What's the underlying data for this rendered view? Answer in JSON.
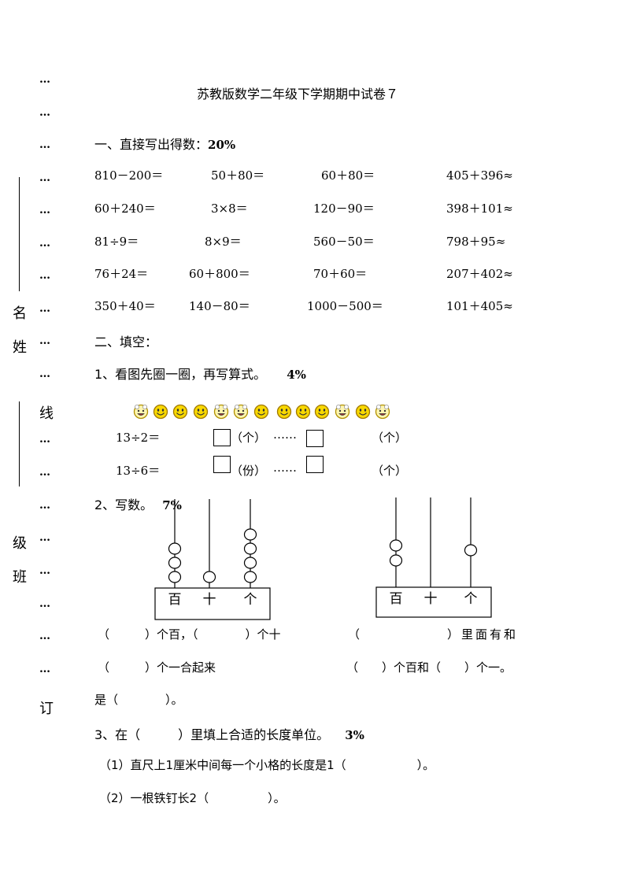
{
  "title": "苏教版数学二年级下学期期中试卷７",
  "binding": {
    "dots": "…",
    "name_label": [
      "名",
      "姓"
    ],
    "class_label": [
      "级",
      "班"
    ],
    "line_label": "线",
    "order_label": "订"
  },
  "section1": {
    "heading": "一、直接写出得数：",
    "score": "20%",
    "rows": [
      [
        "810－200＝",
        "50＋80＝",
        "60＋80＝",
        "405＋396≈"
      ],
      [
        "60＋240＝",
        "3×8＝",
        "120－90＝",
        "398＋101≈"
      ],
      [
        "81÷9＝",
        "8×9＝",
        "560－50＝",
        "798＋95≈"
      ],
      [
        "76＋24＝",
        "60＋800＝",
        "70＋60＝",
        "207＋402≈"
      ],
      [
        "350＋40＝",
        "140－80＝",
        "1000－500＝",
        "101＋405≈"
      ]
    ]
  },
  "section2": {
    "heading": "二、填空：",
    "q1": {
      "prefix": "1、看图先圈一圈，再写算式。",
      "score": "4%",
      "faces": [
        "bubble",
        "smile",
        "smile",
        "smile",
        "bubble",
        "bubble",
        "smile",
        "smile",
        "smile",
        "smile",
        "bubble",
        "smile",
        "bubble"
      ],
      "line1_expr": "13÷2＝",
      "line1_unit1": "（个）",
      "line1_dots": "……",
      "line1_unit2": "（个）",
      "line2_expr": "13÷6＝",
      "line2_unit1": "（份）",
      "line2_dots": "……",
      "line2_unit2": "（个）"
    },
    "q2": {
      "prefix": "2、写数。",
      "score": "7%",
      "abacus1": {
        "labels": [
          "百",
          "十",
          "个"
        ],
        "beads": [
          3,
          1,
          4
        ]
      },
      "abacus2": {
        "labels": [
          "百",
          "十",
          "个"
        ],
        "beads": [
          2,
          0,
          1
        ]
      },
      "fill1_line1": "（　　　）个百，（　　　　）个十",
      "fill1_line2": "（　　　）个一合起来",
      "fill1_line3": "是（　　　　）。",
      "fill2_line1": "（　　　　　　）里面有和",
      "fill2_line2": "（　　）个百和（　　）个一。"
    },
    "q3": {
      "prefix": "3、在（　　　）里填上合适的长度单位。",
      "score": "3%",
      "item1": "（1）直尺上1厘米中间每一个小格的长度是1（　　　　　　）。",
      "item2": "（2）一根铁钉长2（　　　　　）。"
    }
  }
}
